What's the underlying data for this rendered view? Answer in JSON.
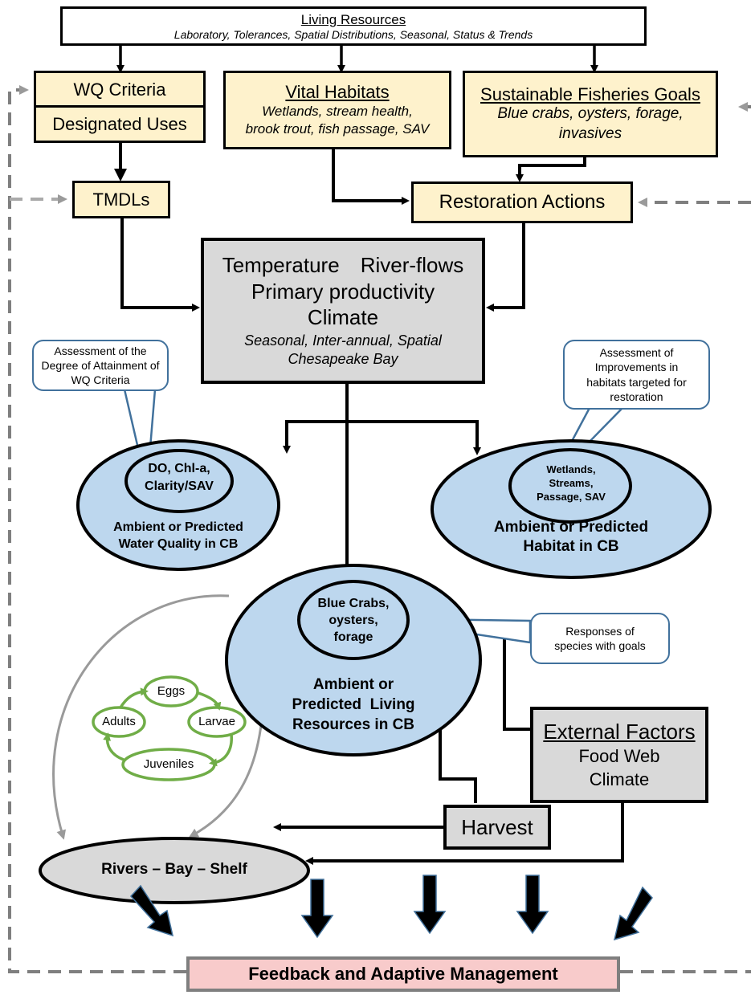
{
  "living_resources": {
    "title": "Living Resources",
    "subtitle": "Laboratory, Tolerances, Spatial Distributions, Seasonal, Status & Trends"
  },
  "wq_criteria": {
    "label": "WQ Criteria"
  },
  "designated_uses": {
    "label": "Designated Uses"
  },
  "vital_habitats": {
    "title": "Vital Habitats",
    "line1": "Wetlands, stream health,",
    "line2": "brook trout, fish passage, SAV"
  },
  "sustainable_fisheries": {
    "title": "Sustainable Fisheries Goals",
    "line1": "Blue crabs, oysters, forage,",
    "line2": "invasives"
  },
  "tmdls": {
    "label": "TMDLs"
  },
  "restoration_actions": {
    "label": "Restoration Actions"
  },
  "drivers": {
    "line1a": "Temperature",
    "line1b": "River-flows",
    "line2": "Primary productivity",
    "line3": "Climate",
    "line4": "Seasonal, Inter-annual, Spatial",
    "line5": "Chesapeake Bay"
  },
  "callout_wq": {
    "text": "Assessment of the Degree of Attainment of WQ Criteria"
  },
  "callout_habitat": {
    "text": "Assessment of Improvements in habitats targeted for restoration"
  },
  "callout_species": {
    "text": "Responses of species with goals"
  },
  "water_quality": {
    "inner": "DO, Chl-a, Clarity/SAV",
    "line1": "Ambient or Predicted",
    "line2": "Water Quality in CB"
  },
  "habitat": {
    "inner": "Wetlands, Streams, Passage, SAV",
    "line1": "Ambient or Predicted",
    "line2": "Habitat in CB"
  },
  "living_cb": {
    "inner": "Blue Crabs, oysters, forage",
    "line1": "Ambient or",
    "line2": "Predicted  Living",
    "line3": "Resources in CB"
  },
  "life_cycle": {
    "eggs": "Eggs",
    "larvae": "Larvae",
    "juveniles": "Juveniles",
    "adults": "Adults"
  },
  "external_factors": {
    "title": "External Factors",
    "line1": "Food Web",
    "line2": "Climate"
  },
  "harvest": {
    "label": "Harvest"
  },
  "rivers_bay_shelf": {
    "label": "Rivers – Bay – Shelf"
  },
  "feedback": {
    "label": "Feedback and Adaptive Management"
  },
  "colors": {
    "cream_box": "#fef2cc",
    "gray_box": "#d9d9d9",
    "blue_ellipse": "#bdd7ee",
    "callout_border": "#41719c",
    "life_cycle_green": "#70ad47",
    "feedback_pink": "#f8cbcb",
    "dashed_gray": "#7f7f7f"
  }
}
